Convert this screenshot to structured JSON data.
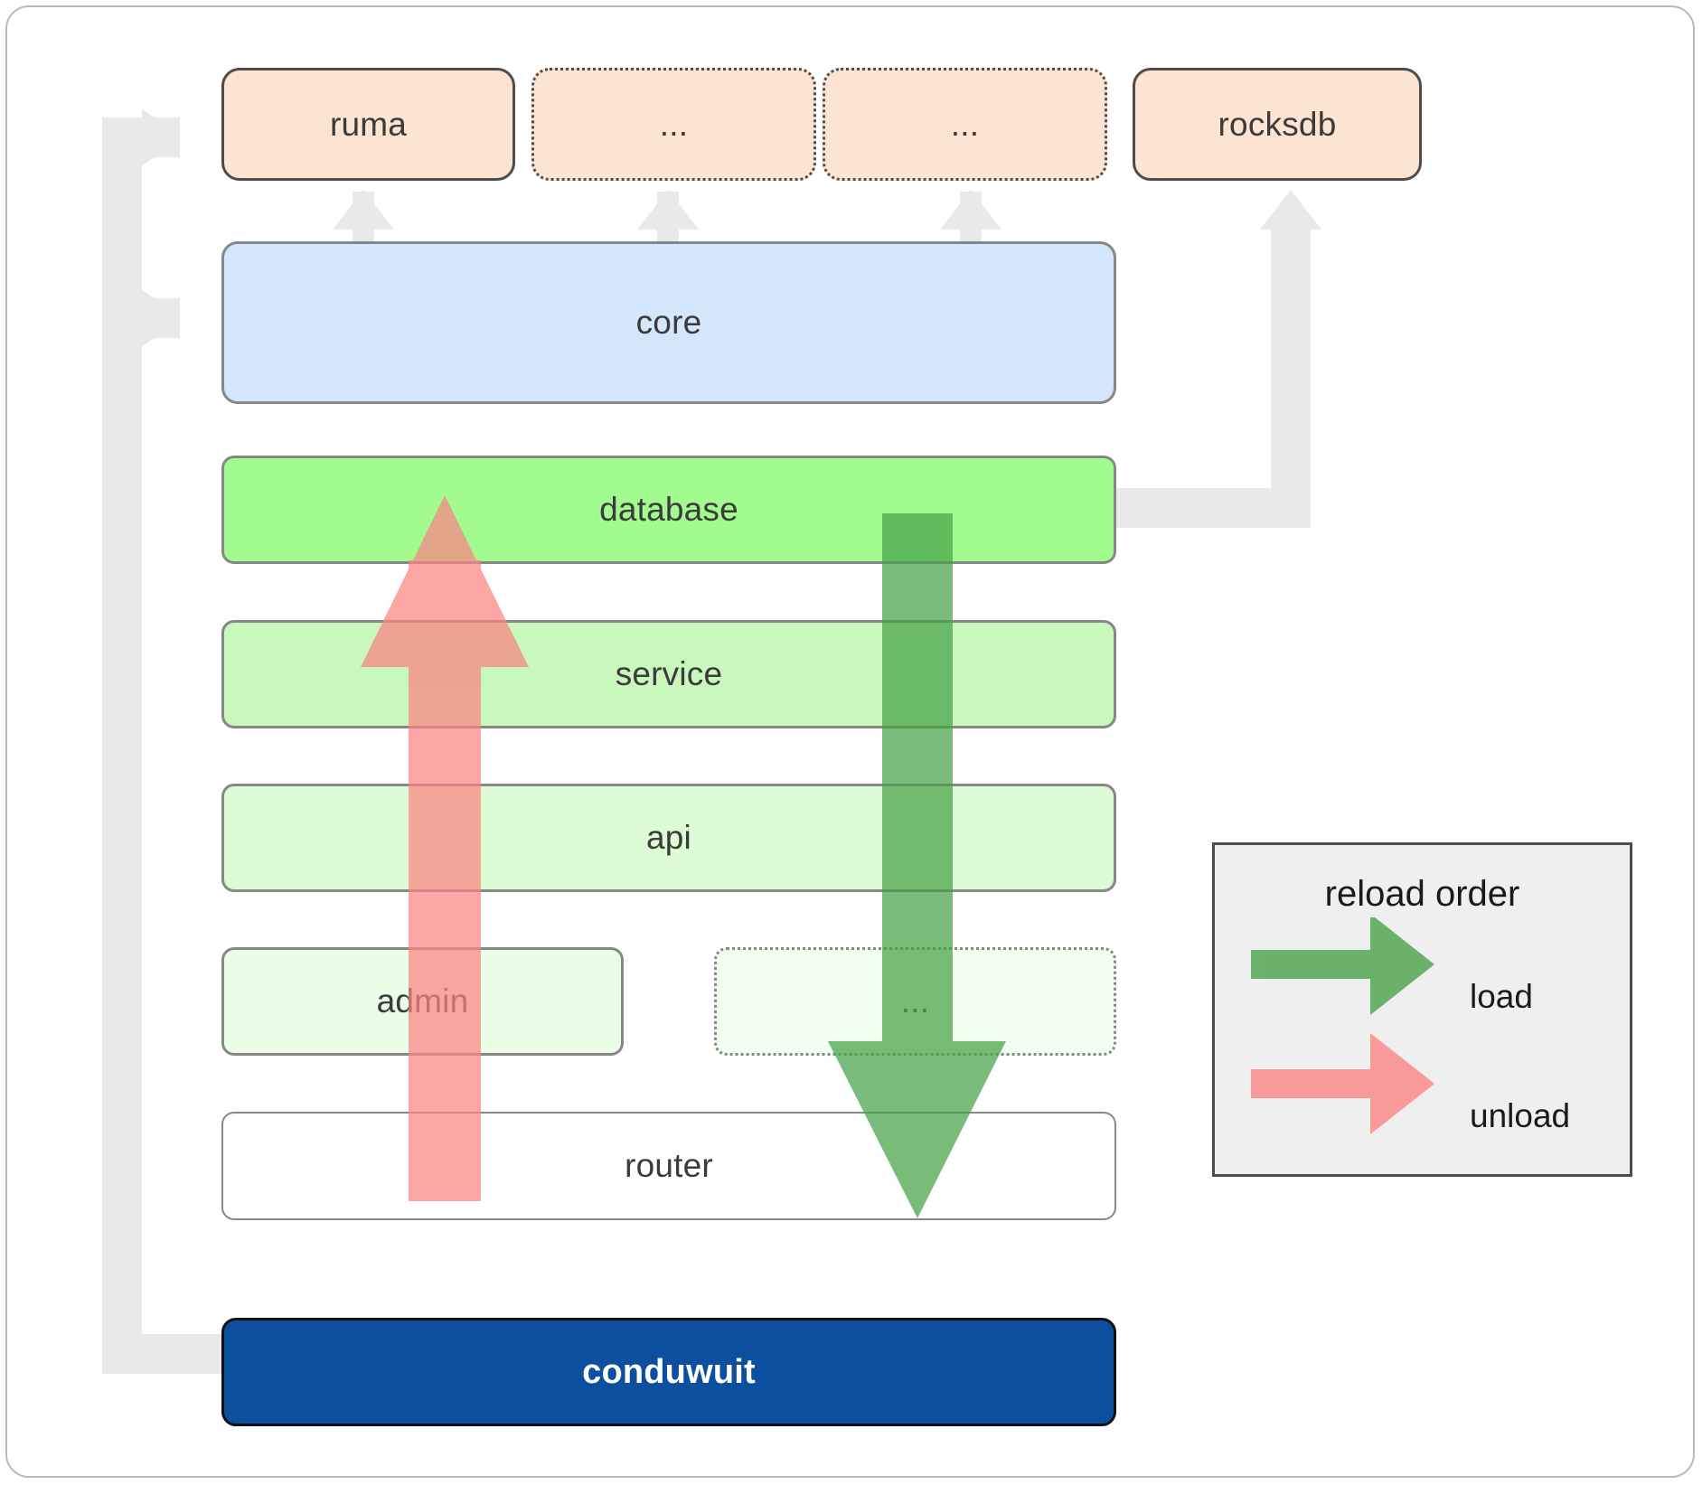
{
  "diagram": {
    "title": "conduwuit crate dependency / reload order diagram",
    "dependencies": [
      {
        "id": "ruma",
        "label": "ruma",
        "style": "solid",
        "color": "#fde3d2"
      },
      {
        "id": "dep2",
        "label": "...",
        "style": "dotted",
        "color": "#fde3d2"
      },
      {
        "id": "dep3",
        "label": "...",
        "style": "dotted",
        "color": "#fde3d2"
      },
      {
        "id": "rocksdb",
        "label": "rocksdb",
        "style": "solid",
        "color": "#fde3d2"
      }
    ],
    "layers": [
      {
        "id": "core",
        "label": "core",
        "style": "solid",
        "color": "#d4e6fb"
      },
      {
        "id": "database",
        "label": "database",
        "style": "solid",
        "color": "#a2fb8f"
      },
      {
        "id": "service",
        "label": "service",
        "style": "solid",
        "color": "#c9f8bd"
      },
      {
        "id": "api",
        "label": "api",
        "style": "solid",
        "color": "#ddfbd4"
      },
      {
        "id": "admin",
        "label": "admin",
        "style": "solid",
        "color": "#eafde5"
      },
      {
        "id": "etc",
        "label": "...",
        "style": "dotted",
        "color": "#effef0"
      },
      {
        "id": "router",
        "label": "router",
        "style": "solid",
        "color": "#ffffff"
      }
    ],
    "app": {
      "id": "conduwuit",
      "label": "conduwuit",
      "color": "#0b4f9e",
      "text_color": "#ffffff"
    },
    "legend": {
      "title": "reload order",
      "items": [
        {
          "id": "load",
          "label": "load",
          "color": "#57a85a",
          "direction": "down"
        },
        {
          "id": "unload",
          "label": "unload",
          "color": "#f98080",
          "direction": "up"
        }
      ],
      "background": "#efefef",
      "border": "#4d4d4d"
    },
    "arrows": {
      "unload": {
        "label": "unload",
        "color": "#f98080",
        "direction": "up",
        "from": "router",
        "to": "database"
      },
      "load": {
        "label": "load",
        "color": "#57a85a",
        "direction": "down",
        "from": "database",
        "to": "router"
      }
    },
    "connector_color": "#e9e9e9"
  }
}
